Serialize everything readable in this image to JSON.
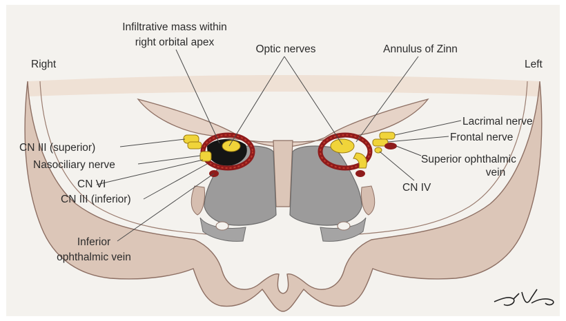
{
  "labels": {
    "mass_line1": "Infiltrative mass within",
    "mass_line2": "right orbital apex",
    "optic_nerves": "Optic nerves",
    "annulus": "Annulus of Zinn",
    "right": "Right",
    "left": "Left",
    "lacrimal": "Lacrimal nerve",
    "frontal": "Frontal nerve",
    "sov_line1": "Superior ophthalmic",
    "sov_line2": "vein",
    "cn4": "CN IV",
    "cn3_sup": "CN III (superior)",
    "nasociliary": "Nasociliary nerve",
    "cn6": "CN VI",
    "cn3_inf": "CN III (inferior)",
    "iov_line1": "Inferior",
    "iov_line2": "ophthalmic vein"
  },
  "colors": {
    "background": "#ffffff",
    "panel": "#f4f2ee",
    "skin_top": "#f1e6dc",
    "bone": "#d9c3b6",
    "bone_edge": "#8d6f63",
    "sinus": "#9b9a9a",
    "annulus": "#8e1b1b",
    "nerve": "#f0d43a",
    "mass": "#151515"
  },
  "signature": "artist signature"
}
